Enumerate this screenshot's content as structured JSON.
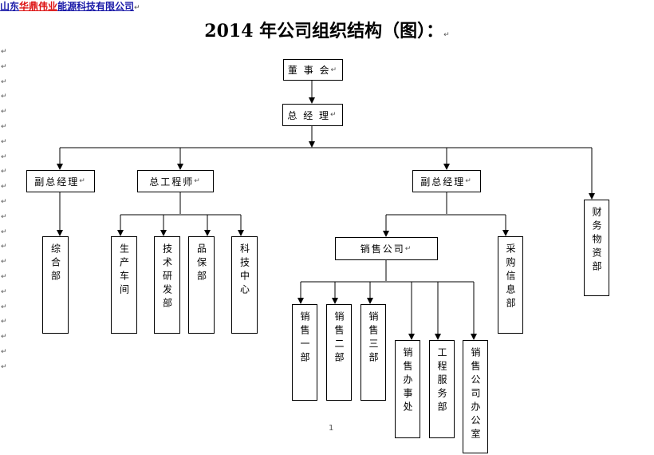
{
  "header": {
    "part1": "山东",
    "part2": "华鼎伟业",
    "part3": "能源科技有限公司",
    "mark": "↵"
  },
  "title": "2014 年公司组织结构（图）：",
  "return_mark": "↵",
  "page_number": "1",
  "org": {
    "board": "董 事 会",
    "gm": "总 经 理",
    "vgm_left": "副总经理",
    "chief_engineer": "总工程师",
    "vgm_right": "副总经理",
    "finance": "财务物资部",
    "general_dept": "综合部",
    "production": "生产车间",
    "rnd": "技术研发部",
    "quality": "品保部",
    "tech_center": "科技中心",
    "sales_company": "销售公司",
    "procurement": "采购信息部",
    "sales_1": "销售一部",
    "sales_2": "销售二部",
    "sales_3": "销售三部",
    "sales_office": "销售办事处",
    "engineering": "工程服务部",
    "sales_co_office": "销售公司办公室"
  }
}
